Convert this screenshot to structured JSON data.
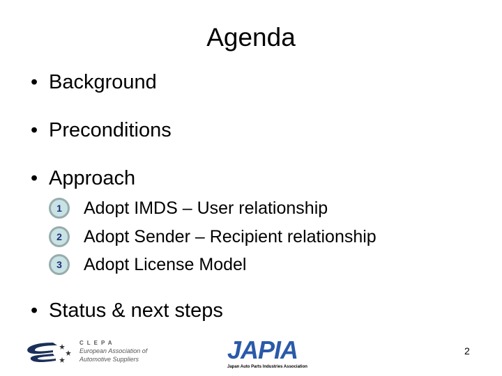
{
  "title": "Agenda",
  "bullets": [
    {
      "label": "Background"
    },
    {
      "label": "Preconditions"
    },
    {
      "label": "Approach"
    },
    {
      "label": "Status & next steps"
    }
  ],
  "bullet_glyph": "•",
  "approach_items": [
    {
      "number": "1",
      "label": "Adopt IMDS – User relationship"
    },
    {
      "number": "2",
      "label": "Adopt Sender – Recipient relationship"
    },
    {
      "number": "3",
      "label": "Adopt License Model"
    }
  ],
  "colors": {
    "number_fill": "#c9e2e4",
    "number_border": "#97acac",
    "number_text": "#1c2f7a",
    "japia_blue": "#2a5aa8",
    "clepa_navy": "#1c2f5a"
  },
  "footer": {
    "clepa_brand": "CLEPA",
    "clepa_line1": "European Association of",
    "clepa_line2": "Automotive Suppliers",
    "japia_brand": "JAPIA",
    "japia_sub": "Japan Auto Parts Industries Association",
    "page_number": "2"
  }
}
